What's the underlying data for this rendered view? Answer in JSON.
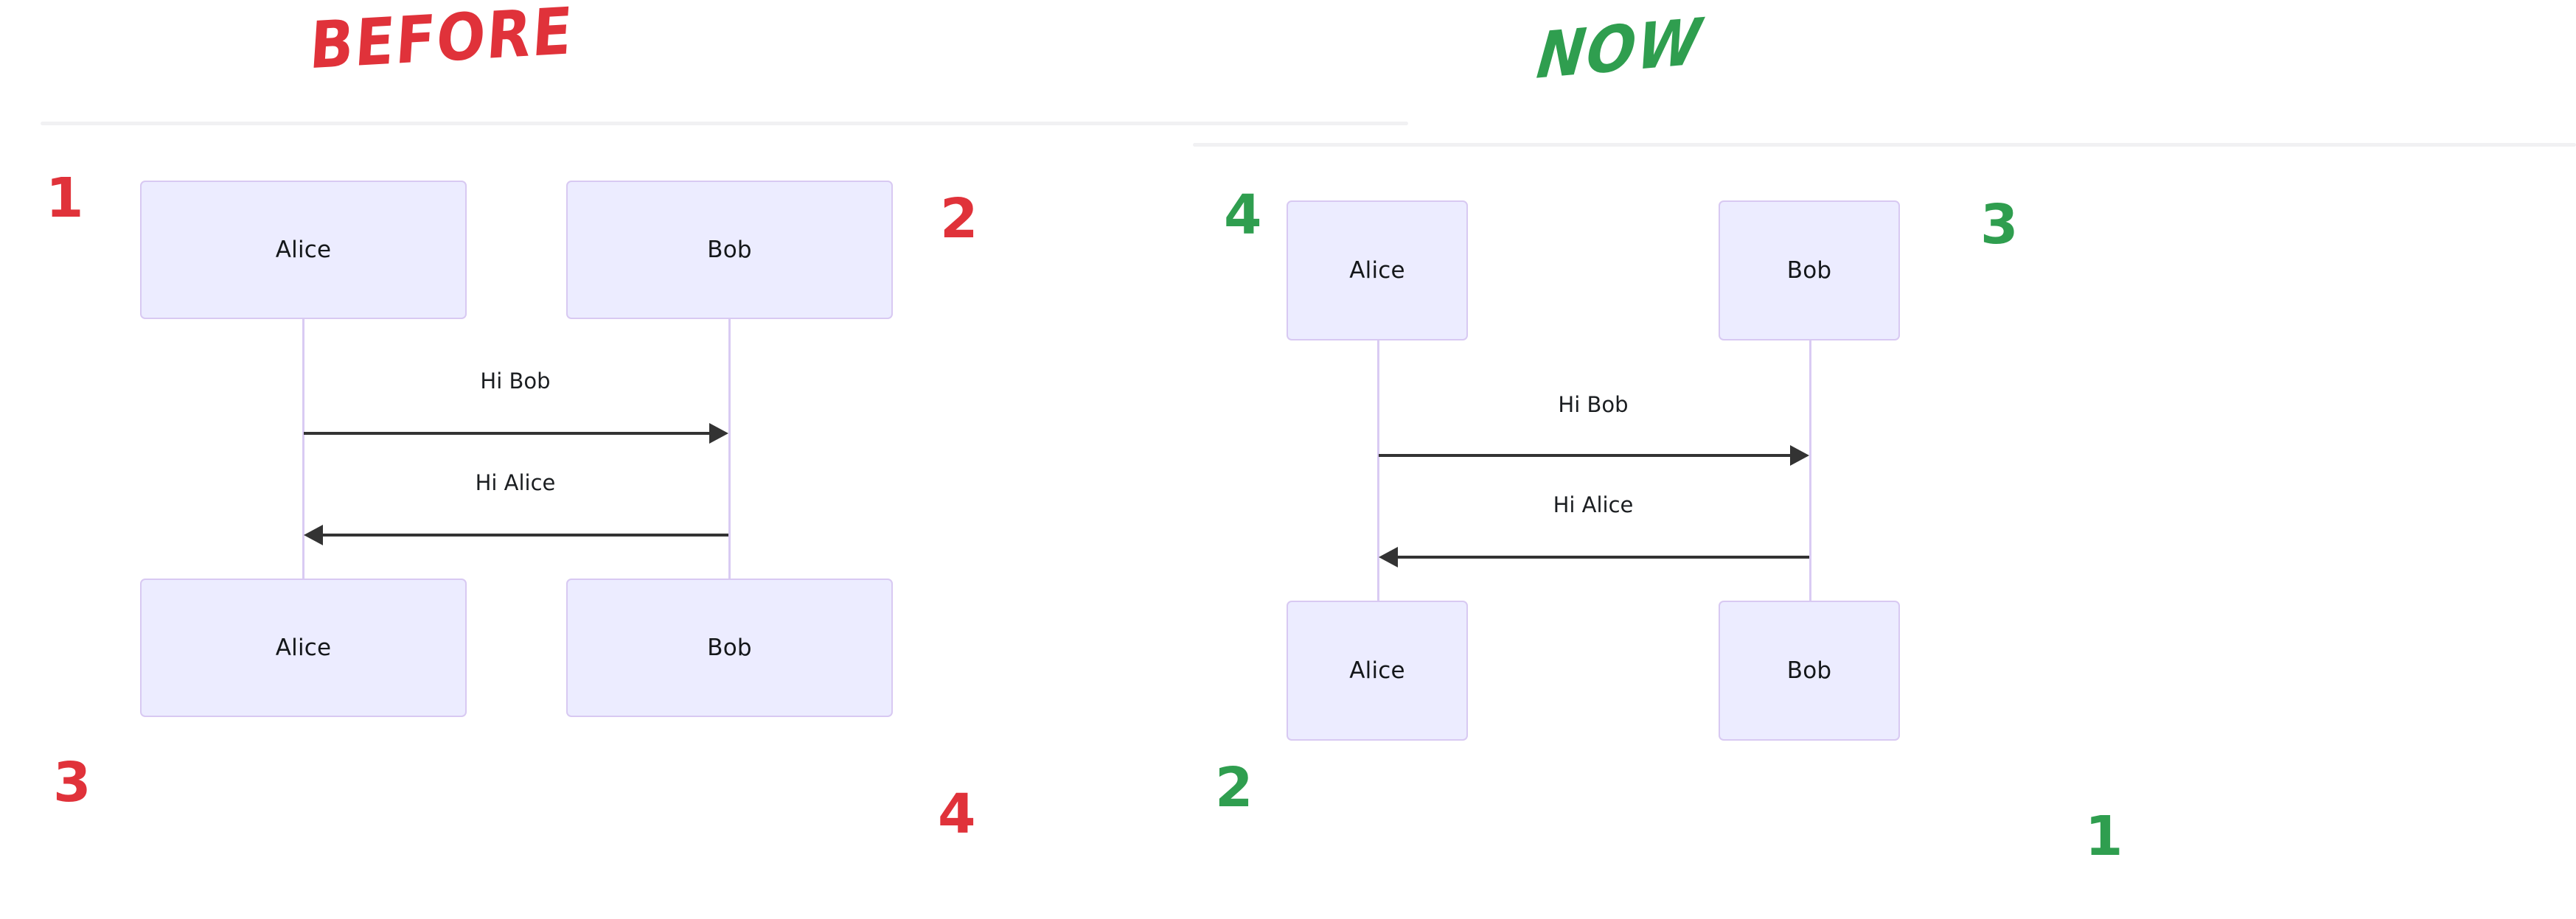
{
  "panels": [
    {
      "id": "before",
      "title": "BEFORE",
      "title_color": "#e0323a",
      "marker_color": "#e0323a",
      "markers": [
        "1",
        "2",
        "3",
        "4"
      ],
      "participants_top": [
        "Alice",
        "Bob"
      ],
      "participants_bottom": [
        "Alice",
        "Bob"
      ],
      "messages": [
        {
          "label": "Hi Bob",
          "direction": "right",
          "from": "Alice",
          "to": "Bob"
        },
        {
          "label": "Hi Alice",
          "direction": "left",
          "from": "Bob",
          "to": "Alice"
        }
      ]
    },
    {
      "id": "now",
      "title": "NOW",
      "title_color": "#2f9e4f",
      "marker_color": "#2f9e4f",
      "markers": [
        "4",
        "3",
        "2",
        "1"
      ],
      "participants_top": [
        "Alice",
        "Bob"
      ],
      "participants_bottom": [
        "Alice",
        "Bob"
      ],
      "messages": [
        {
          "label": "Hi Bob",
          "direction": "right",
          "from": "Alice",
          "to": "Bob"
        },
        {
          "label": "Hi Alice",
          "direction": "left",
          "from": "Bob",
          "to": "Alice"
        }
      ]
    }
  ],
  "theme": {
    "participant_fill": "#ececff",
    "participant_border": "#d8c9f2",
    "lifeline_color": "#d9cbf3",
    "arrow_color": "#333333",
    "divider_color": "#f1f1f3",
    "background": "#ffffff"
  }
}
